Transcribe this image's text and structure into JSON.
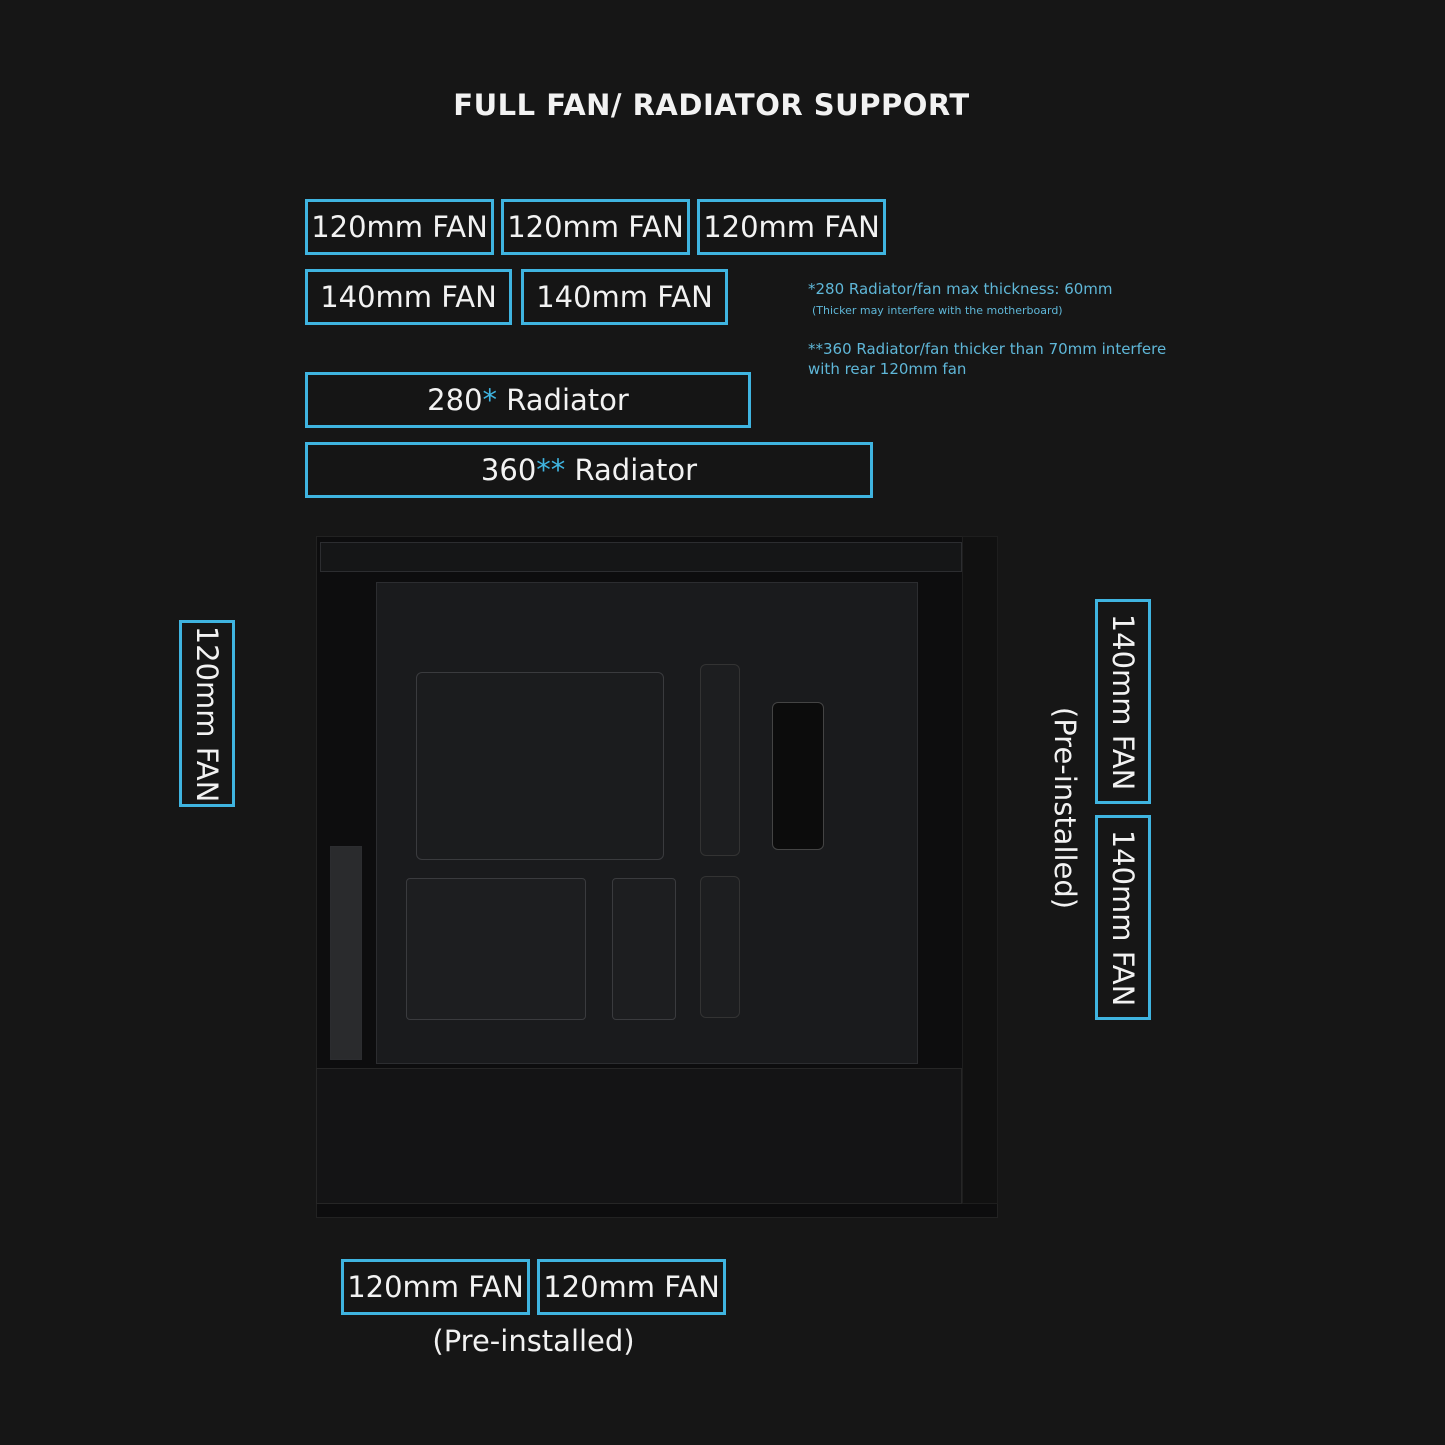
{
  "title": "FULL FAN/ RADIATOR SUPPORT",
  "top_mounts": {
    "row1": [
      "120mm FAN",
      "120mm FAN",
      "120mm FAN"
    ],
    "row2": [
      "140mm FAN",
      "140mm FAN"
    ],
    "radiator_280": {
      "size": "280",
      "marker": "*",
      "label": "Radiator"
    },
    "radiator_360": {
      "size": "360",
      "marker": "**",
      "label": "Radiator"
    }
  },
  "notes": {
    "note1": "*280 Radiator/fan max thickness: 60mm",
    "note1_sub": "(Thicker may interfere with the motherboard)",
    "note2_line1": "**360 Radiator/fan thicker than 70mm interfere",
    "note2_line2": "with rear 120mm fan"
  },
  "rear_mount": {
    "label": "120mm FAN"
  },
  "front_mounts": {
    "fans": [
      "140mm FAN",
      "140mm FAN"
    ],
    "status": "(Pre-installed)"
  },
  "bottom_mounts": {
    "fans": [
      "120mm FAN",
      "120mm FAN"
    ],
    "status": "(Pre-installed)"
  },
  "colors": {
    "accent": "#3fb4e0",
    "background": "#161616",
    "text": "#f2f2f2"
  }
}
